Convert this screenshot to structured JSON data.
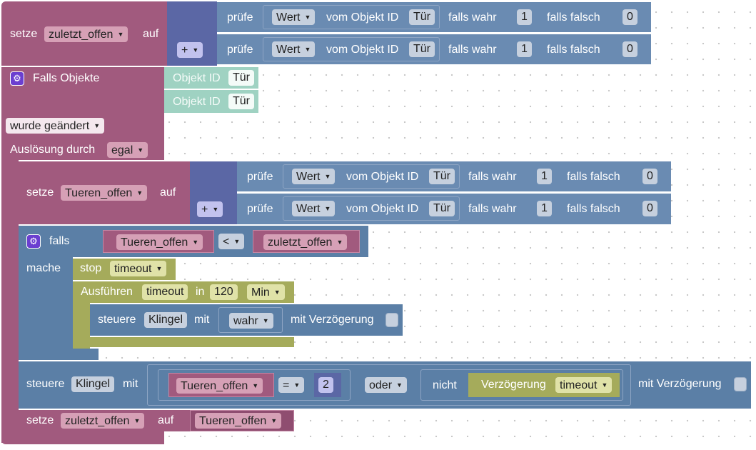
{
  "colors": {
    "event_block": "#a15a7e",
    "value_block": "#5b7fa6",
    "math_block": "#5b67a5",
    "timer_block": "#a5ab5b",
    "trigger_block": "#9fd2c2",
    "gear_icon": "#6b3fd0"
  },
  "top_set": {
    "keyword": "setze",
    "variable": "zuletzt_offen",
    "to": "auf",
    "op": "+",
    "rows": [
      {
        "check": "prüfe",
        "prop": "Wert",
        "from_object": "vom Objekt ID",
        "object": "Tür",
        "if_true": "falls wahr",
        "true_value": "1",
        "if_false": "falls falsch",
        "false_value": "0"
      },
      {
        "check": "prüfe",
        "prop": "Wert",
        "from_object": "vom Objekt ID",
        "object": "Tür",
        "if_true": "falls wahr",
        "true_value": "1",
        "if_false": "falls falsch",
        "false_value": "0"
      }
    ]
  },
  "trigger": {
    "title": "Falls Objekte",
    "objects": [
      {
        "label": "Objekt ID",
        "value": "Tür"
      },
      {
        "label": "Objekt ID",
        "value": "Tür"
      }
    ],
    "condition": "wurde geändert",
    "ack_label": "Auslösung durch",
    "ack_value": "egal"
  },
  "inner_set": {
    "keyword": "setze",
    "variable": "Tueren_offen",
    "to": "auf",
    "op": "+",
    "rows": [
      {
        "check": "prüfe",
        "prop": "Wert",
        "from_object": "vom Objekt ID",
        "object": "Tür",
        "if_true": "falls wahr",
        "true_value": "1",
        "if_false": "falls falsch",
        "false_value": "0"
      },
      {
        "check": "prüfe",
        "prop": "Wert",
        "from_object": "vom Objekt ID",
        "object": "Tür",
        "if_true": "falls wahr",
        "true_value": "1",
        "if_false": "falls falsch",
        "false_value": "0"
      }
    ]
  },
  "if_block": {
    "keyword": "falls",
    "left": "Tueren_offen",
    "operator": "<",
    "right": "zuletzt_offen",
    "do_label": "mache",
    "stop_label": "stop",
    "stop_timer": "timeout",
    "run_label": "Ausführen",
    "run_timer": "timeout",
    "in_label": "in",
    "delay_value": "120",
    "delay_unit": "Min",
    "control": {
      "keyword": "steuere",
      "target": "Klingel",
      "with": "mit",
      "value": "wahr",
      "delay_label": "mit Verzögerung"
    }
  },
  "bottom_control": {
    "keyword": "steuere",
    "target": "Klingel",
    "with": "mit",
    "left_var": "Tueren_offen",
    "eq_op": "=",
    "eq_value": "2",
    "logic_op": "oder",
    "not_label": "nicht",
    "timeout_label": "Verzögerung",
    "timeout_var": "timeout",
    "delay_label": "mit Verzögerung"
  },
  "last_set": {
    "keyword": "setze",
    "variable": "zuletzt_offen",
    "to": "auf",
    "value": "Tueren_offen"
  }
}
